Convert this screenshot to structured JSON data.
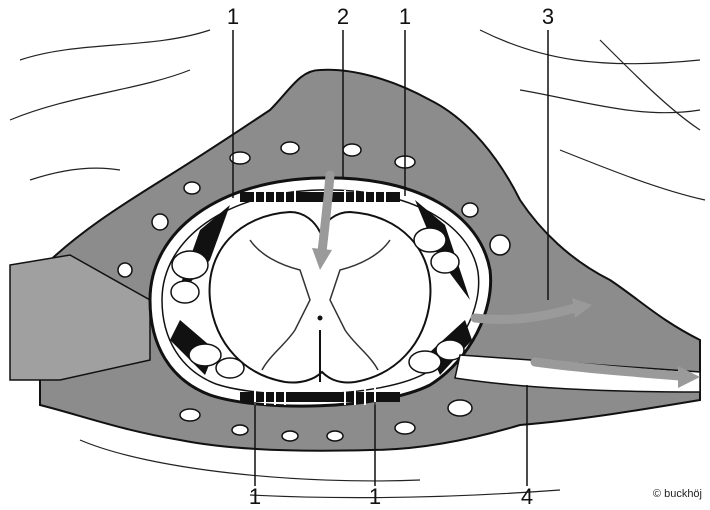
{
  "labels": {
    "top_left": "1",
    "top_center": "2",
    "top_right": "1",
    "top_far_right": "3",
    "bottom_left": "1",
    "bottom_center": "1",
    "bottom_right": "4"
  },
  "credit": "© buckhöj",
  "colors": {
    "tissue_gray": "#8c8c8c",
    "arrow_gray": "#9a9a9a",
    "ink": "#111111",
    "background": "#ffffff"
  }
}
